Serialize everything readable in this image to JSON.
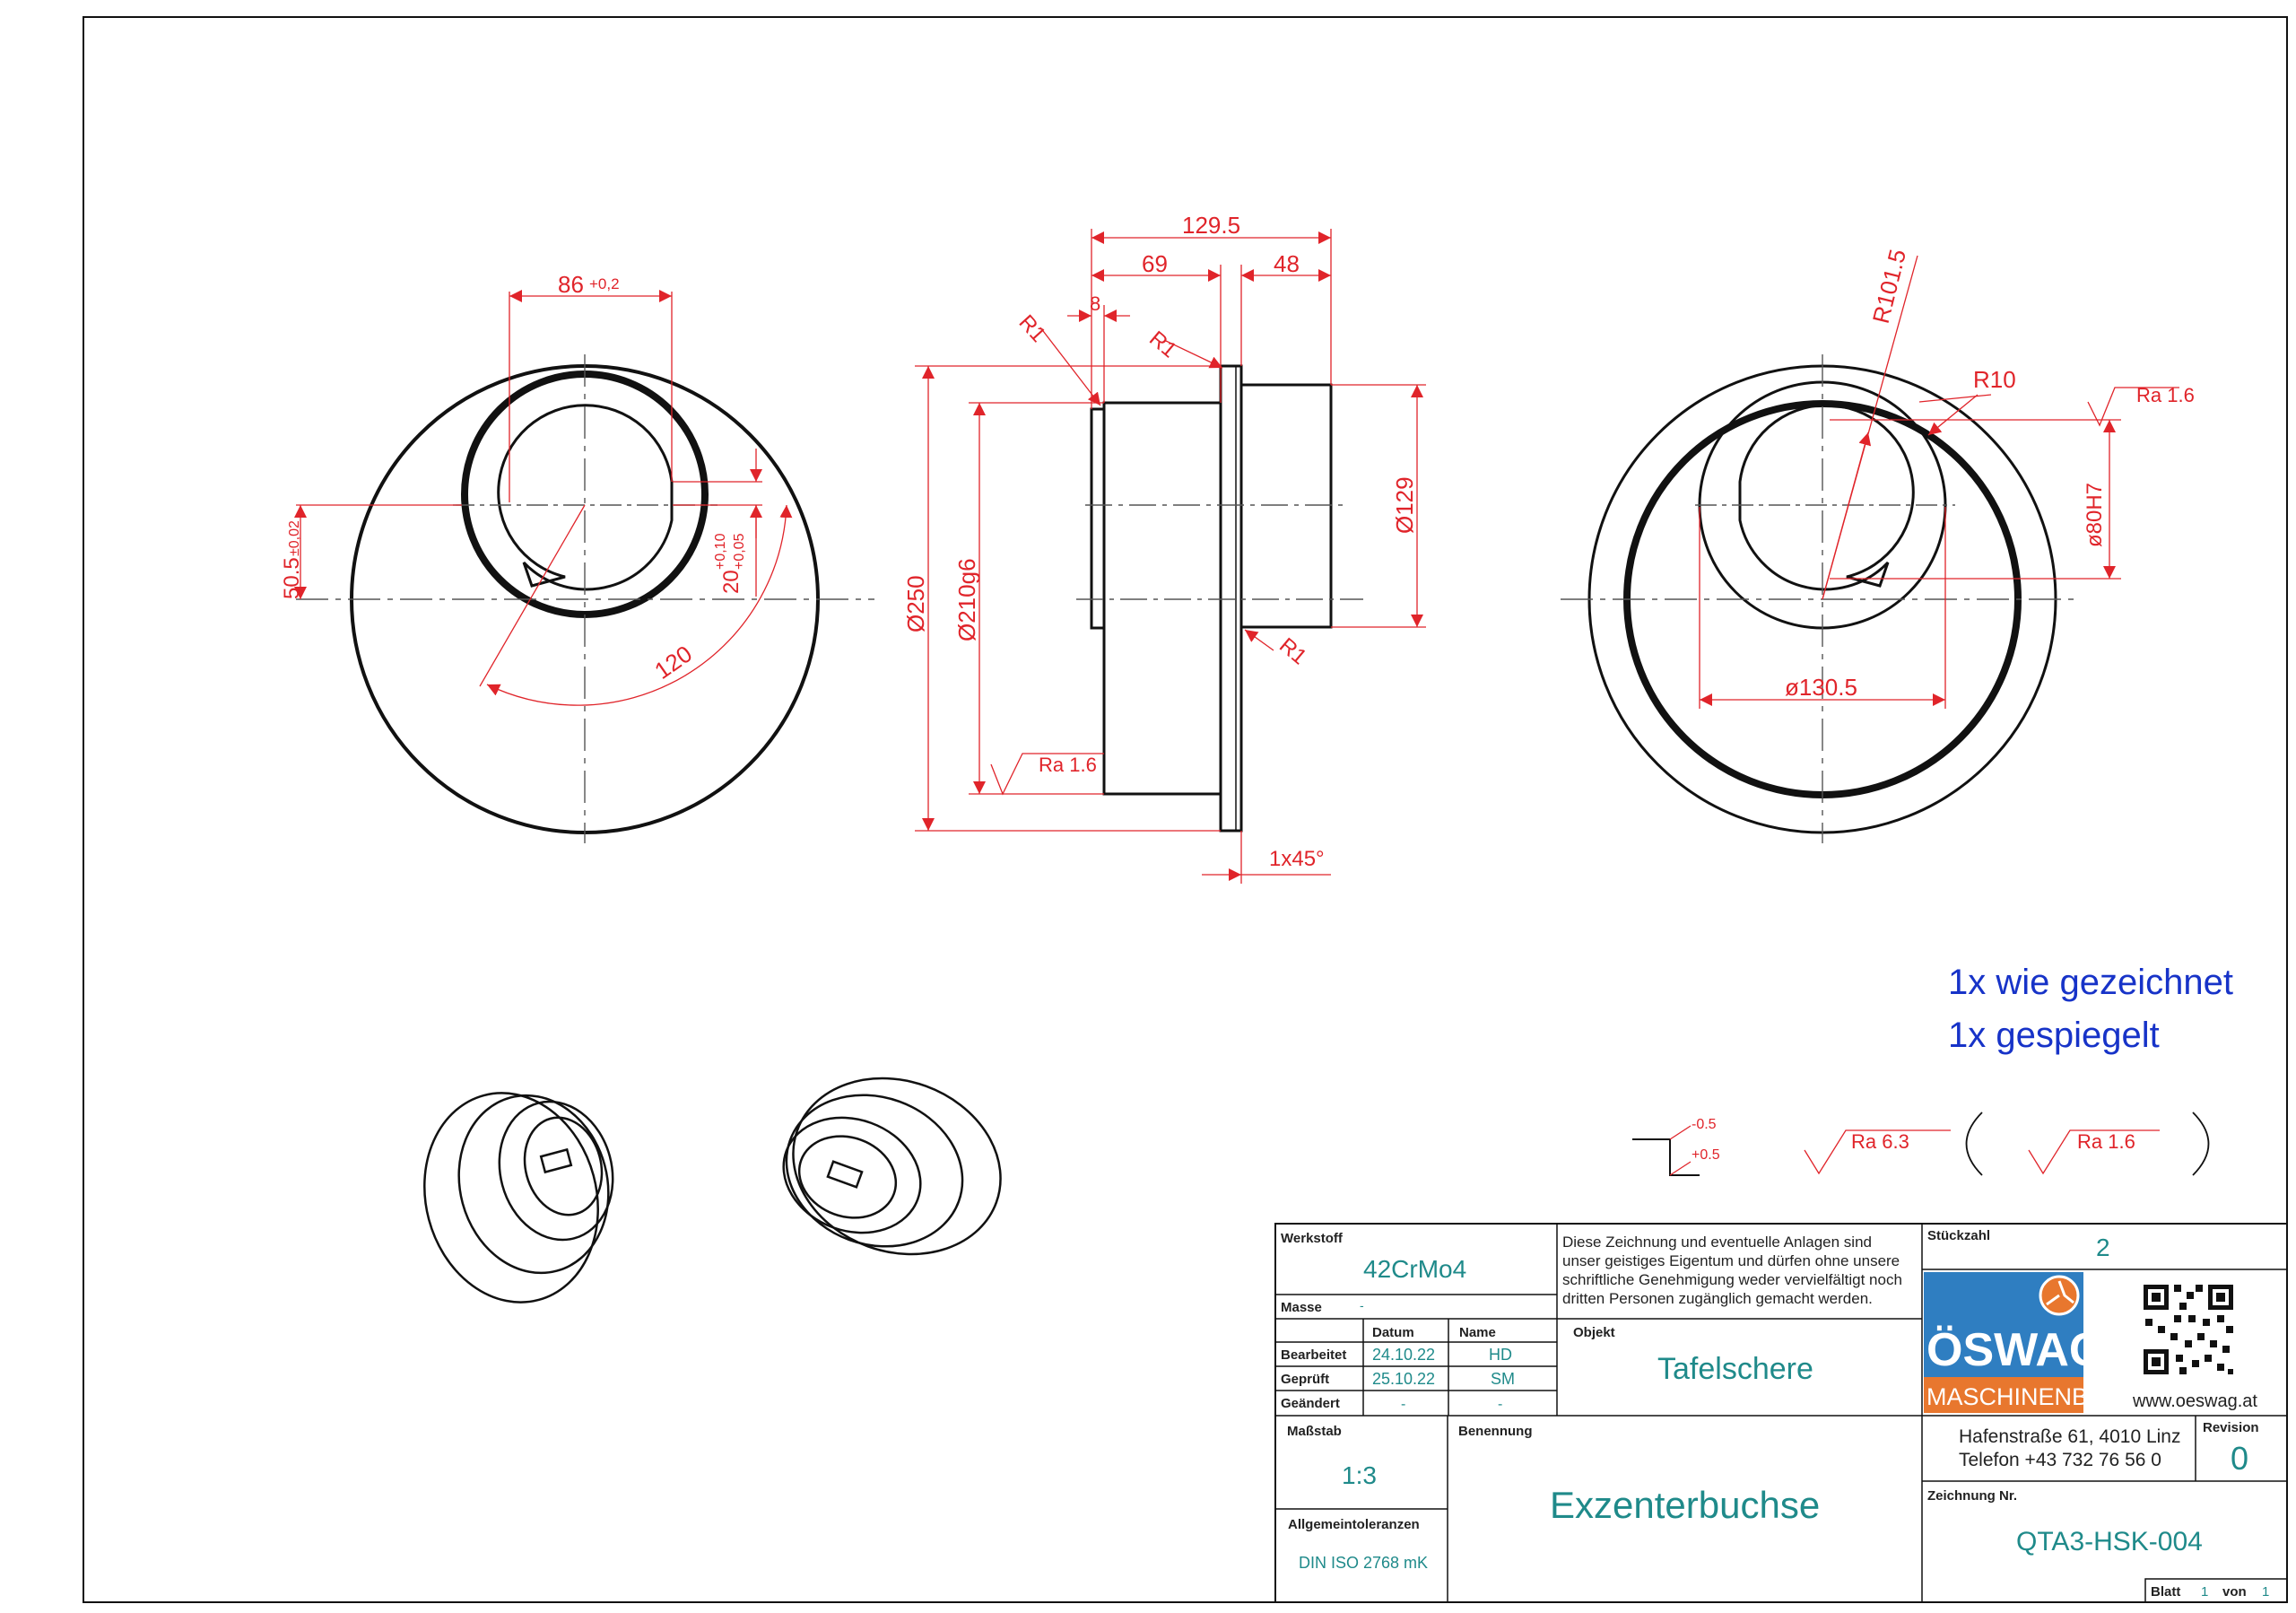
{
  "dimensions": {
    "keyway_width": "86",
    "keyway_tol": "+0,2",
    "offset": "50.5",
    "offset_tol": "±0,02",
    "keyway_depth": "20",
    "keyway_depth_tol_upper": "+0,10",
    "keyway_depth_tol_lower": "+0,05",
    "angle": "120",
    "total_length": "129.5",
    "len_69": "69",
    "len_48": "48",
    "len_8": "8",
    "r1_a": "R1",
    "r1_b": "R1",
    "r1_c": "R1",
    "dia_250": "Ø250",
    "dia_210": "Ø210g6",
    "dia_129": "Ø129",
    "chamfer": "1x45°",
    "ra_side": "Ra 1.6",
    "r101": "R101.5",
    "r10": "R10",
    "ra_right": "Ra 1.6",
    "dia_80": "ø80H7",
    "dia_130": "ø130.5"
  },
  "notes": {
    "line1": "1x wie gezeichnet",
    "line2": "1x gespiegelt"
  },
  "symbols": {
    "tol_upper": "-0.5",
    "tol_lower": "+0.5",
    "ra_general": "Ra 6.3",
    "ra_bracket": "Ra 1.6"
  },
  "title_block": {
    "werkstoff_label": "Werkstoff",
    "werkstoff": "42CrMo4",
    "masse_label": "Masse",
    "masse": "-",
    "disclaimer": [
      "Diese Zeichnung und eventuelle Anlagen sind",
      "unser geistiges Eigentum und dürfen ohne unsere",
      "schriftliche Genehmigung weder vervielfältigt noch",
      "dritten Personen zugänglich gemacht werden."
    ],
    "stueckzahl_label": "Stückzahl",
    "stueckzahl": "2",
    "datum_label": "Datum",
    "name_label": "Name",
    "bearbeitet_label": "Bearbeitet",
    "bearbeitet_datum": "24.10.22",
    "bearbeitet_name": "HD",
    "geprueft_label": "Geprüft",
    "geprueft_datum": "25.10.22",
    "geprueft_name": "SM",
    "geaendert_label": "Geändert",
    "geaendert_datum": "-",
    "geaendert_name": "-",
    "objekt_label": "Objekt",
    "objekt": "Tafelschere",
    "logo_top": "ÖSWAG",
    "logo_bottom": "MASCHINENBAU",
    "website": "www.oeswag.at",
    "massstab_label": "Maßstab",
    "massstab": "1:3",
    "benennung_label": "Benennung",
    "benennung": "Exzenterbuchse",
    "address": "Hafenstraße 61, 4010 Linz",
    "phone": "Telefon  +43 732 76 56 0",
    "revision_label": "Revision",
    "revision": "0",
    "toleranzen_label": "Allgemeintoleranzen",
    "toleranzen": "DIN ISO 2768 mK",
    "zeichnung_label": "Zeichnung Nr.",
    "zeichnung": "QTA3-HSK-004",
    "blatt_label": "Blatt",
    "blatt": "1",
    "von_label": "von",
    "von": "1"
  },
  "colors": {
    "dimension": "#e0242a",
    "teal_value": "#1f8a8a",
    "note_blue": "#1733c8",
    "logo_blue": "#2f7ec1",
    "logo_orange": "#e8772e"
  }
}
